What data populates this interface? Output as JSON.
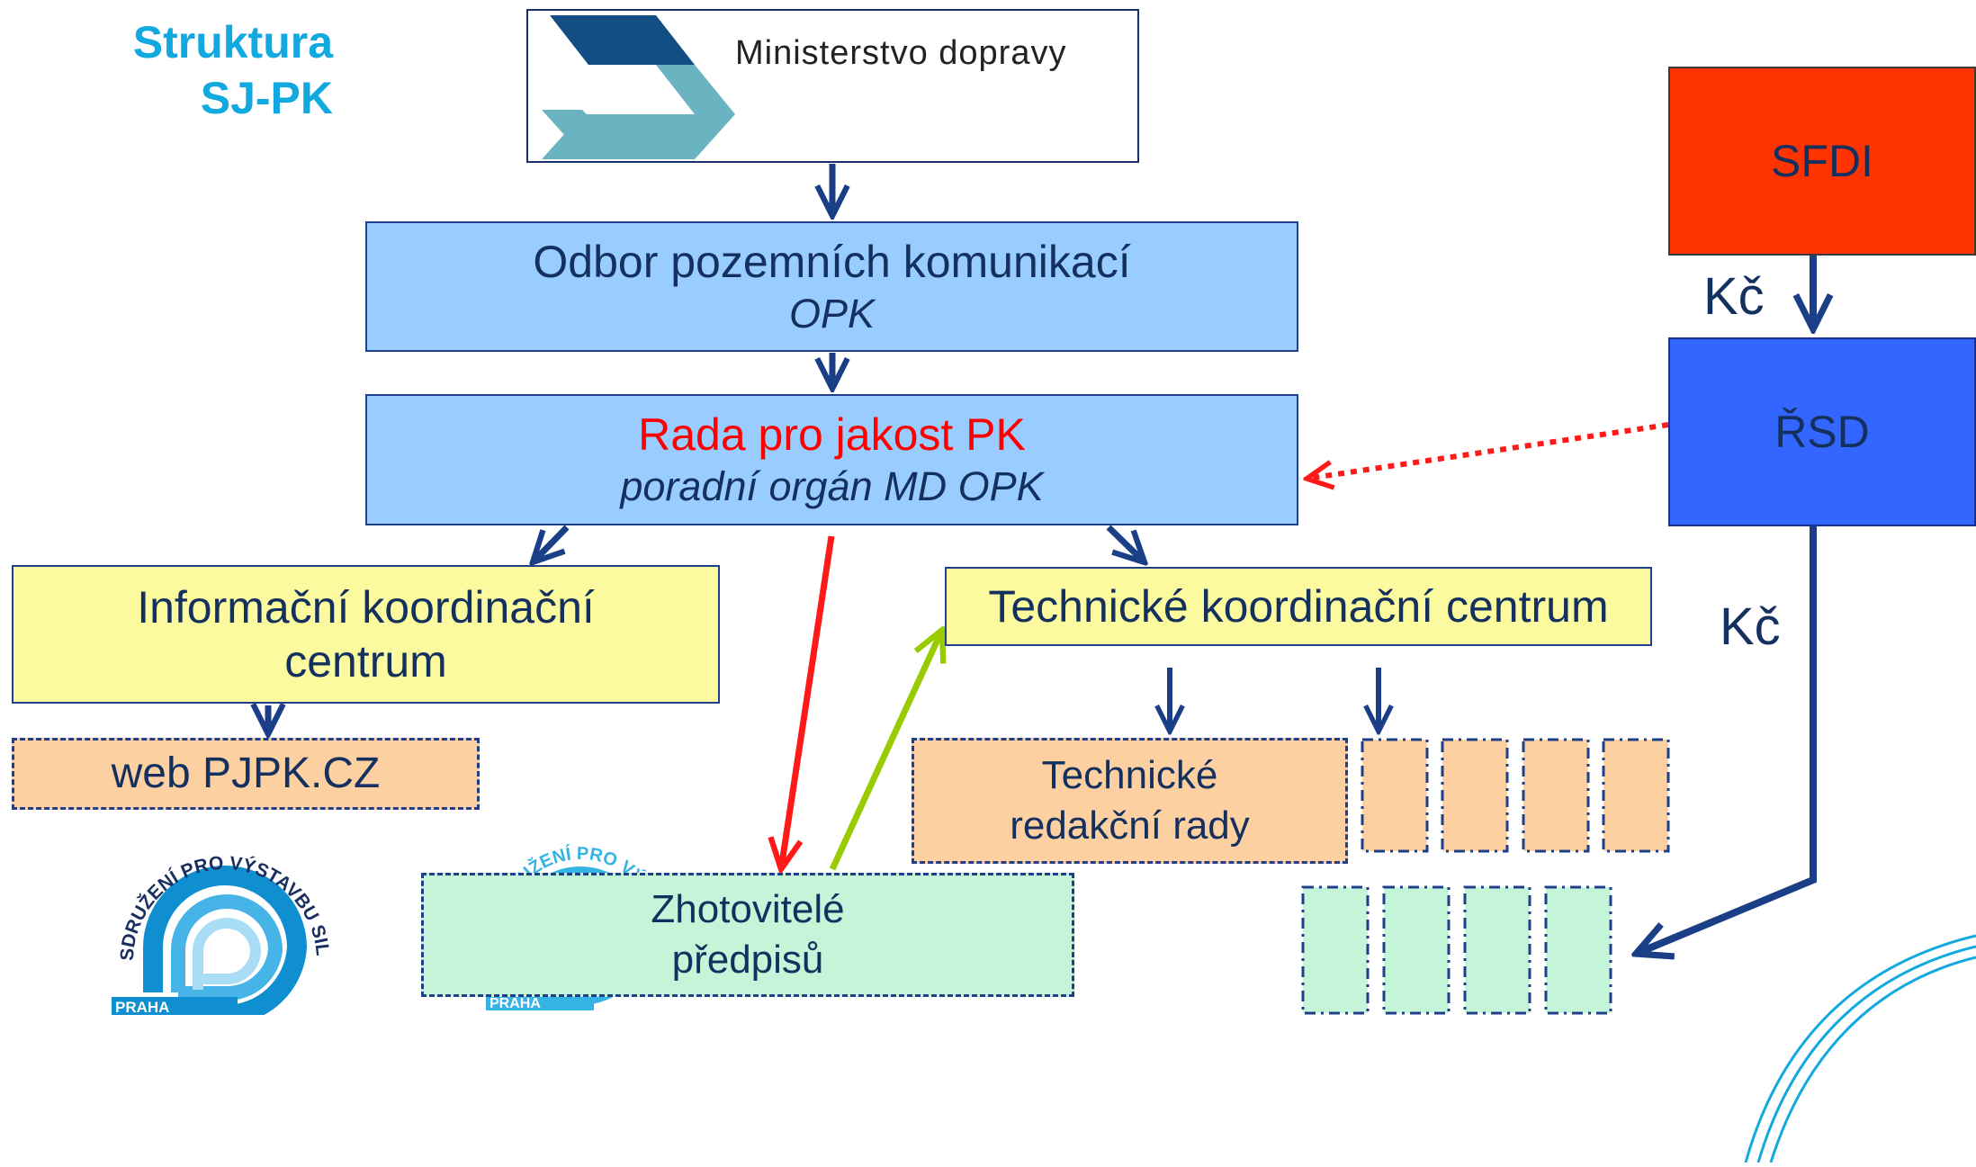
{
  "header": {
    "title_line1": "Struktura",
    "title_line2": "SJ-PK"
  },
  "logo": {
    "text": "Ministerstvo dopravy"
  },
  "nodes": {
    "opk": {
      "title": "Odbor pozemních komunikací",
      "subtitle": "OPK"
    },
    "rada": {
      "title": "Rada pro jakost PK",
      "subtitle": "poradní orgán MD OPK"
    },
    "ikc": {
      "line1": "Informační koordinační",
      "line2": "centrum"
    },
    "tkc": {
      "label": "Technické koordinační centrum"
    },
    "web": {
      "label": "web PJPK.CZ"
    },
    "tr": {
      "line1": "Technické",
      "line2": "redakční rady"
    },
    "zhot": {
      "line1": "Zhotovitelé",
      "line2": "předpisů"
    },
    "sfdi": {
      "label": "SFDI"
    },
    "rsd": {
      "label": "ŘSD"
    }
  },
  "edge_labels": {
    "kc_top": "Kč",
    "kc_side": "Kč"
  },
  "seals": {
    "big_text": "SDRUŽENÍ PRO VÝSTAVBU SILNIC",
    "big_city": "PRAHA",
    "small_text": "SDRUŽENÍ PRO VÝSTAVBU SILNIC",
    "small_city": "PRAHA"
  },
  "colors": {
    "title": "#12a8e0",
    "arrow_navy": "#1b3f86",
    "arrow_red": "#ff1a1a",
    "arrow_green": "#99cc00",
    "sfdi": "#ff3300",
    "rsd": "#3366ff",
    "blue_box": "#99ccff",
    "yellow_box": "#fbfa9e",
    "orange_box": "#fdd0a2",
    "green_box": "#c4f5d8"
  }
}
